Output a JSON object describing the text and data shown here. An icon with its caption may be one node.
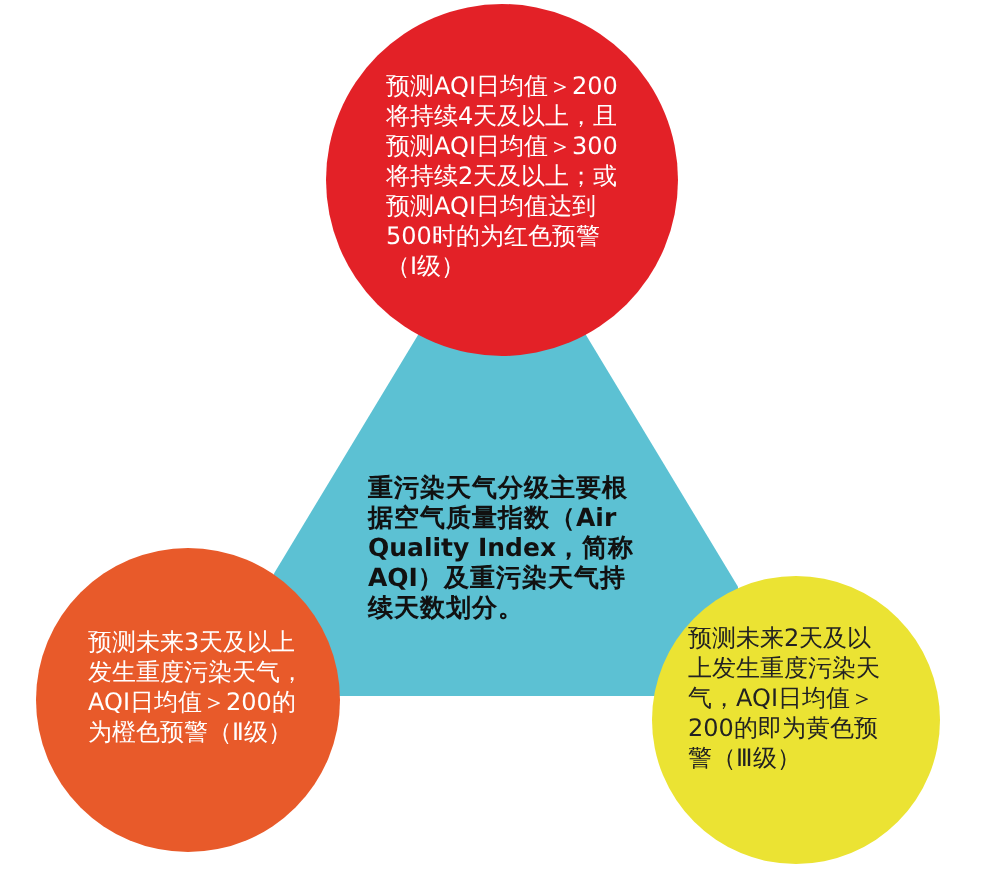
{
  "diagram": {
    "nodes": [
      {
        "text": [
          "预测AQI日均值＞200将持续4天及以上，且预测AQI日均值＞300将持续2天及以上；或预测AQI日均值达到500时的为红色预警（Ⅰ级）"
        ]
      },
      {
        "text": [
          "重污染天气分级主要根据空气质量指数（Air Quality Index，简称AQI）及重污染天气持续天数划分。"
        ]
      },
      {
        "text": [
          "预测未来3天及以上发生重度污染天气，AQI日均值＞200的为橙色预警（Ⅱ级）"
        ]
      },
      {
        "text": [
          "预测未来2天及以上发生重度污染天气，AQI日均值＞200的即为黄色预警（Ⅲ级）"
        ]
      }
    ]
  }
}
